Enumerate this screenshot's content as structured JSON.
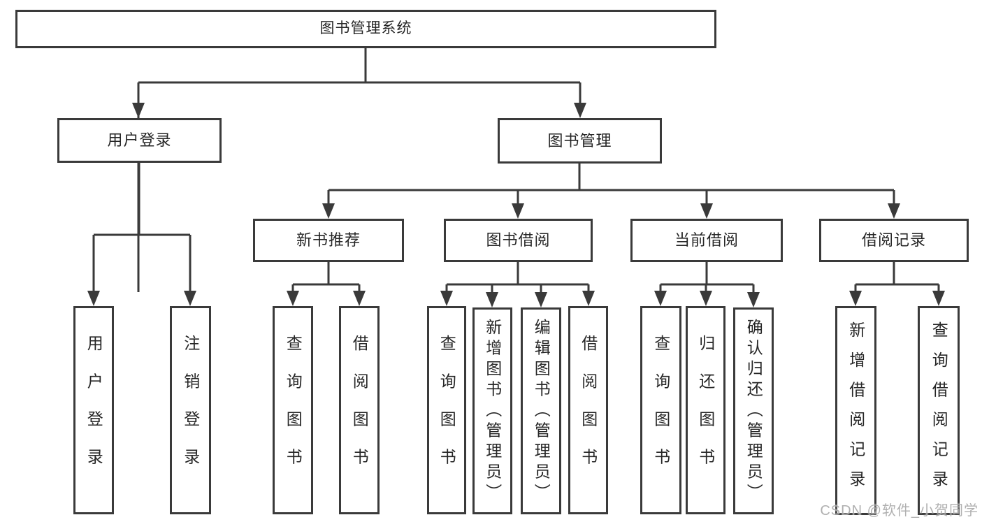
{
  "diagram_type": "hierarchy-tree",
  "tree": {
    "root": {
      "label": "图书管理系统"
    },
    "branches": [
      {
        "label": "用户登录",
        "children": [
          {
            "label": "用户登录"
          },
          {
            "label": "注销登录"
          }
        ]
      },
      {
        "label": "图书管理",
        "children": [
          {
            "label": "新书推荐",
            "children": [
              {
                "label": "查询图书"
              },
              {
                "label": "借阅图书"
              }
            ]
          },
          {
            "label": "图书借阅",
            "children": [
              {
                "label": "查询图书"
              },
              {
                "label": "新增图书（管理员）"
              },
              {
                "label": "编辑图书（管理员）"
              },
              {
                "label": "借阅图书"
              }
            ]
          },
          {
            "label": "当前借阅",
            "children": [
              {
                "label": "查询图书"
              },
              {
                "label": "归还图书"
              },
              {
                "label": "确认归还（管理员）"
              }
            ]
          },
          {
            "label": "借阅记录",
            "children": [
              {
                "label": "新增借阅记录"
              },
              {
                "label": "查询借阅记录"
              }
            ]
          }
        ]
      }
    ]
  },
  "watermark": {
    "text": "CSDN @软件_小贺同学",
    "color": "#a2a2a2"
  },
  "colors": {
    "line": "#3a3a3a",
    "text": "#262626",
    "background": "#ffffff"
  }
}
